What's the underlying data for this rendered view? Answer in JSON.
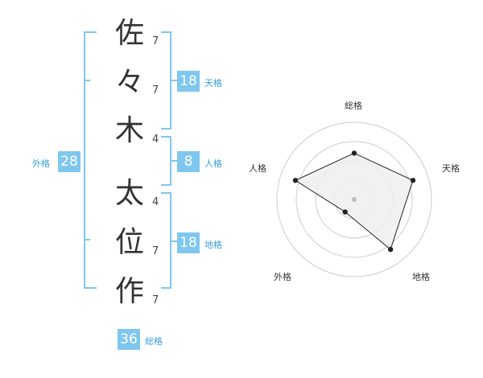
{
  "name": {
    "chars": [
      {
        "char": "佐",
        "strokes": "7"
      },
      {
        "char": "々",
        "strokes": "7"
      },
      {
        "char": "木",
        "strokes": "4"
      },
      {
        "char": "太",
        "strokes": "4"
      },
      {
        "char": "位",
        "strokes": "7"
      },
      {
        "char": "作",
        "strokes": "7"
      }
    ]
  },
  "kaku": {
    "tenkaku": {
      "value": "18",
      "label": "天格"
    },
    "jinkaku": {
      "value": "8",
      "label": "人格"
    },
    "chikaku": {
      "value": "18",
      "label": "地格"
    },
    "gaikaku": {
      "value": "28",
      "label": "外格"
    },
    "soukaku": {
      "value": "36",
      "label": "総格"
    }
  },
  "chart_data": {
    "type": "radar",
    "axes": [
      "総格",
      "天格",
      "地格",
      "外格",
      "人格"
    ],
    "values": [
      0.6,
      0.8,
      0.8,
      0.2,
      0.8
    ],
    "range": [
      0,
      1
    ],
    "rings": 4,
    "colors": {
      "fill": "#eeeeee",
      "line": "#222222",
      "grid": "#cccccc",
      "point": "#222222",
      "center": "#bbbbbb"
    }
  },
  "colors": {
    "accent": "#7fc7ee",
    "bracket": "#7fc7ee"
  }
}
